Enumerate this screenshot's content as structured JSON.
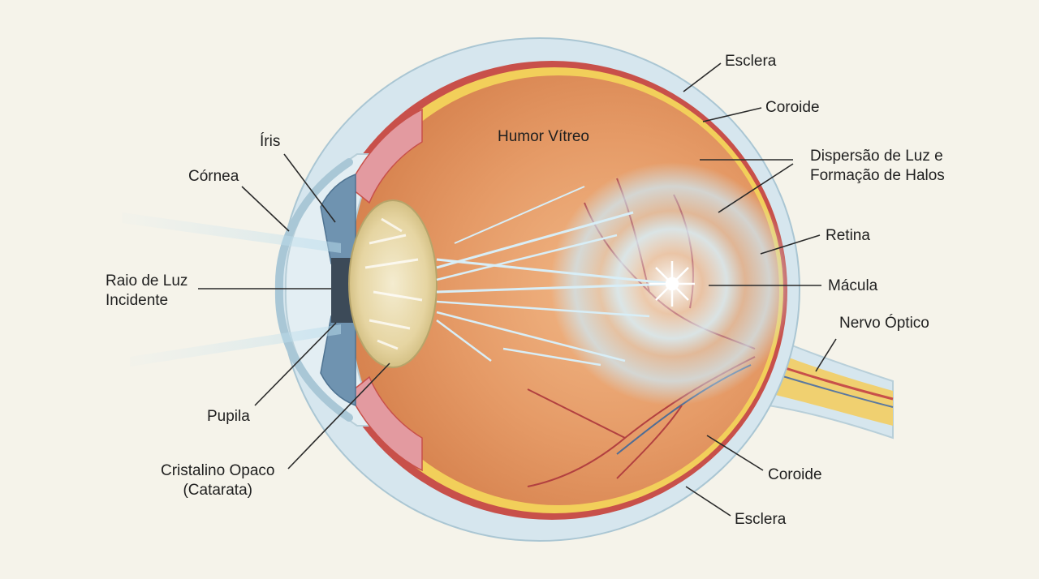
{
  "labels": {
    "esclera_top": "Esclera",
    "coroide_top": "Coroide",
    "humor_vitreo": "Humor Vítreo",
    "iris": "Íris",
    "cornea": "Córnea",
    "dispersao_line1": "Dispersão de Luz e",
    "dispersao_line2": "Formação de Halos",
    "retina": "Retina",
    "raio_line1": "Raio de Luz",
    "raio_line2": "Incidente",
    "macula": "Mácula",
    "nervo_optico": "Nervo Óptico",
    "pupila": "Pupila",
    "cristalino_line1": "Cristalino Opaco",
    "cristalino_line2": "(Catarata)",
    "coroide_bottom": "Coroide",
    "esclera_bottom": "Esclera"
  },
  "colors": {
    "background": "#f5f3ea",
    "sclera": "#d6e6ee",
    "choroid": "#c8504a",
    "retina": "#f2cf5a",
    "vitreous": "#e8a06a",
    "lens": "#e9dcae",
    "iris": "#6f93b0",
    "light_ray": "#cfe6f2",
    "optic_nerve": "#f0d070"
  }
}
